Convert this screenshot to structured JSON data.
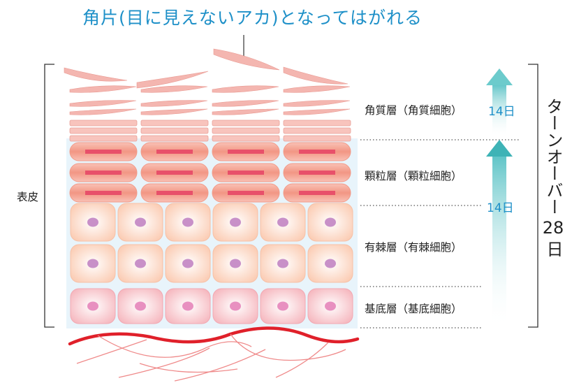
{
  "title": "角片(目に見えないアカ)となってはがれる",
  "epidermis_label": "表皮",
  "layers": {
    "corneum": "角質層（角質細胞）",
    "granulosum": "顆粒層（顆粒細胞）",
    "spinosum": "有棘層（有棘細胞）",
    "basale": "基底層（基底細胞）"
  },
  "days_top": "14日",
  "days_mid": "14日",
  "turnover_text": "ターンオーバー",
  "turnover_days": "28",
  "turnover_unit": "日",
  "colors": {
    "accent_blue": "#1e90c8",
    "arrow_teal": "#5ec4c7",
    "flake_pink": "#f4b6b0",
    "granular_red": "#e8706e",
    "spinous_orange": "#fbd5c0",
    "basal_pink": "#f8c8cc",
    "nucleus_purple": "#c890c8",
    "basal_nucleus": "#e890c0",
    "vessel_red": "#e0202a",
    "backdrop_blue": "#e8f4fb"
  }
}
